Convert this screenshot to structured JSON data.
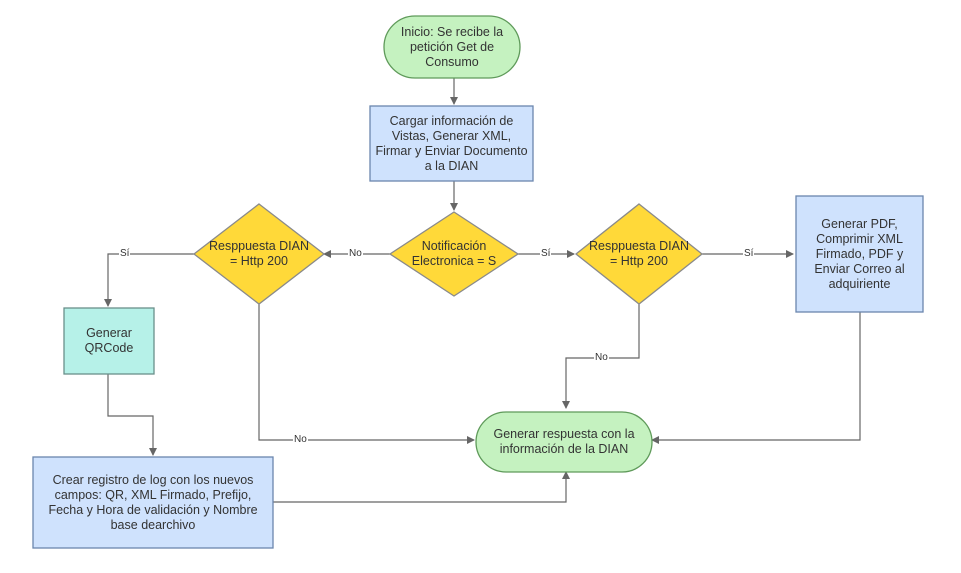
{
  "colors": {
    "terminal_fill": "#c5f2c0",
    "terminal_stroke": "#5f9a5a",
    "process_fill": "#cfe2fd",
    "process_stroke": "#6b86ad",
    "decision_fill": "#ffd939",
    "decision_stroke": "#8a8a8a",
    "qr_fill": "#b6f1e8",
    "qr_stroke": "#6a8f8a",
    "edge": "#666666"
  },
  "nodes": {
    "start": {
      "text": "Inicio: Se recibe la petición Get de Consumo"
    },
    "load_process": {
      "text": "Cargar información de Vistas, Generar XML, Firmar y Enviar Documento a la DIAN"
    },
    "notification_decision": {
      "text": "Notificación Electronica = S"
    },
    "left_response_decision": {
      "text": "Resppuesta DIAN = Http 200"
    },
    "right_response_decision": {
      "text": "Resppuesta DIAN = Http 200"
    },
    "pdf_process": {
      "text": "Generar PDF, Comprimir XML Firmado, PDF y Enviar Correo al adquiriente"
    },
    "qr_process": {
      "text": "Generar QRCode"
    },
    "log_process": {
      "text": "Crear registro de log con los nuevos campos: QR, XML Firmado, Prefijo, Fecha y Hora de validación y Nombre base dearchivo"
    },
    "end": {
      "text": "Generar respuesta con la información de la DIAN"
    }
  },
  "edge_labels": {
    "notification_no": "No",
    "notification_si": "Sí",
    "left_si": "Sí",
    "left_no": "No",
    "right_si": "Sí",
    "right_no": "No"
  }
}
